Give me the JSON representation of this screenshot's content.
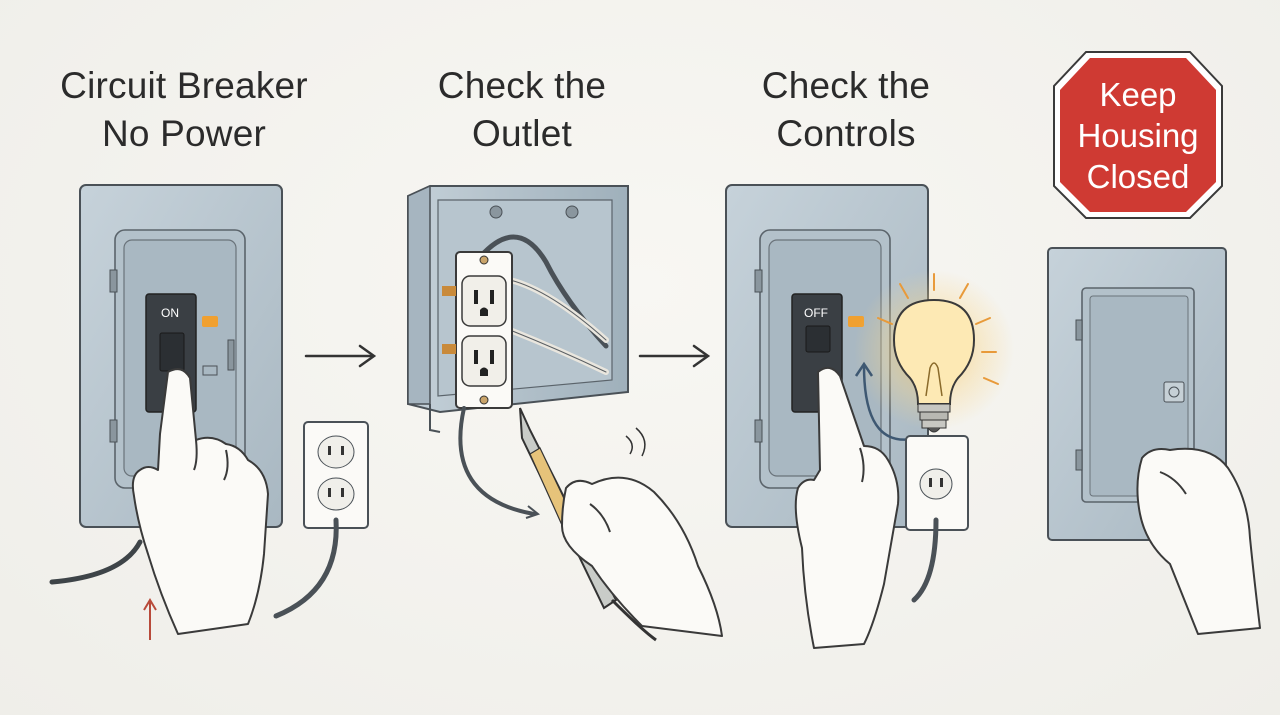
{
  "steps": [
    {
      "title_line1": "Circuit Breaker",
      "title_line2": "No Power",
      "switch_label": "ON"
    },
    {
      "title_line1": "Check the",
      "title_line2": "Outlet"
    },
    {
      "title_line1": "Check the",
      "title_line2": "Controls",
      "switch_label": "OFF"
    }
  ],
  "sign": {
    "line1": "Keep",
    "line2": "Housing",
    "line3": "Closed"
  },
  "colors": {
    "panel": "#b9c7d0",
    "panel_inner": "#a9b8c2",
    "outline": "#4a5157",
    "switch": "#3a3f44",
    "indicator": "#f0a030",
    "sign": "#cf3a33",
    "bulb_glow": "#f6c25a",
    "skin": "#fbfaf7"
  }
}
